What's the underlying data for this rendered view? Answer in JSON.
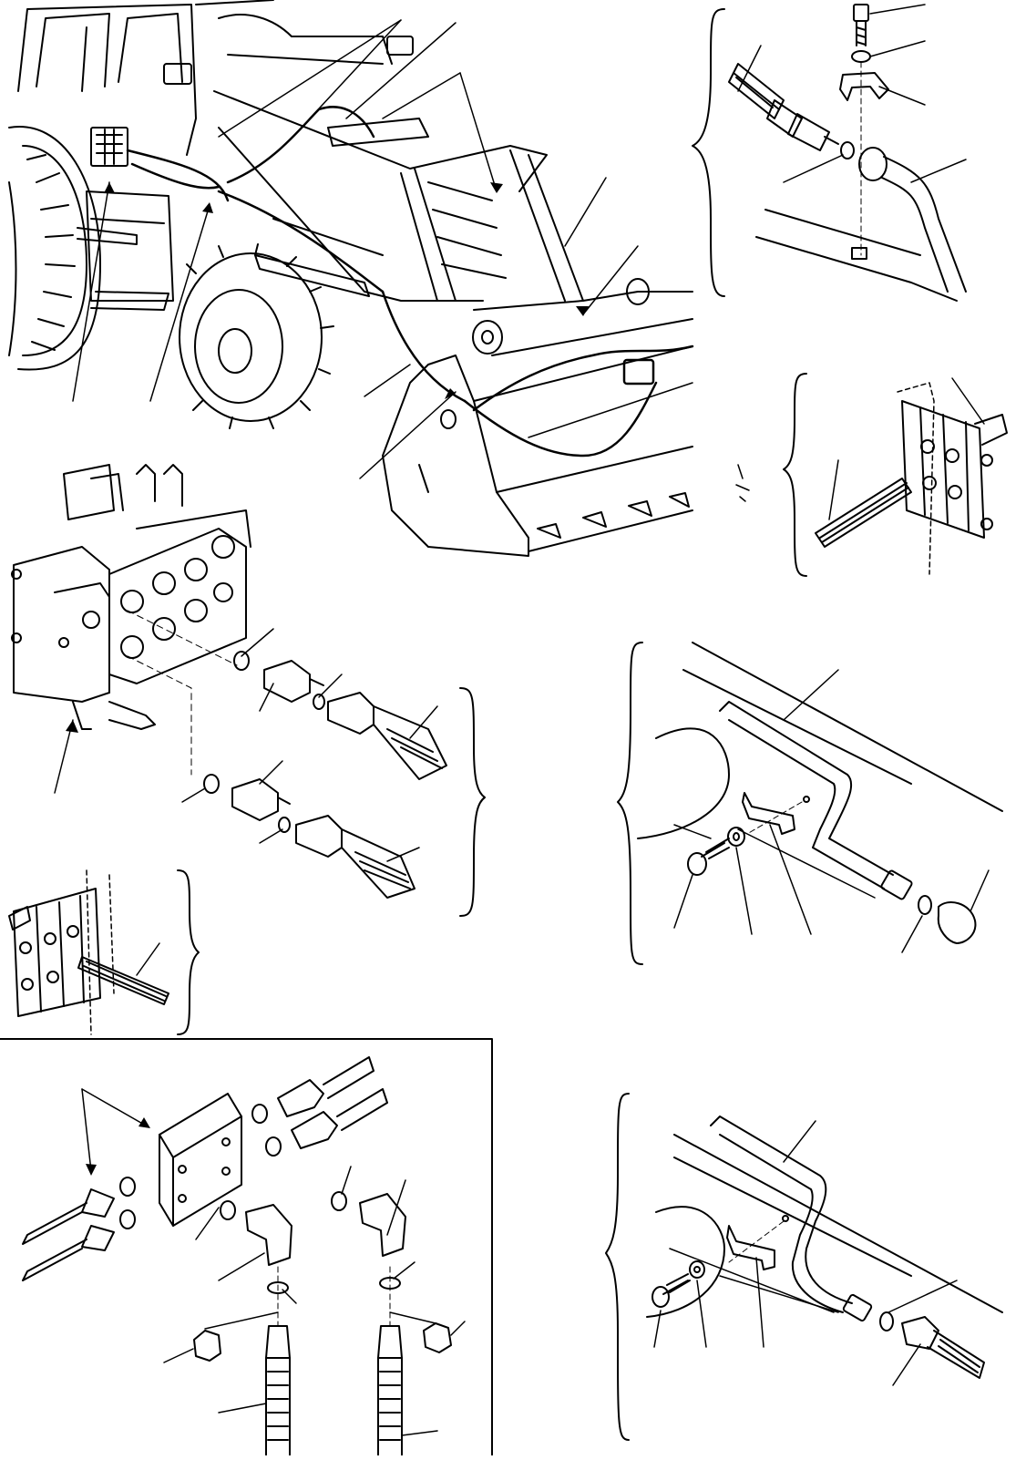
{
  "sheet": {
    "background": "#ffffff",
    "ink": "#000000",
    "labels_printed": false
  },
  "panels": [
    {
      "id": "loader-overview",
      "callouts": 11
    },
    {
      "id": "detail-pipe-clamp-top",
      "callouts": 5
    },
    {
      "id": "detail-connector-plate-right",
      "callouts": 2
    },
    {
      "id": "control-valve",
      "callouts": 7
    },
    {
      "id": "detail-connector-plate-left",
      "callouts": 1
    },
    {
      "id": "detail-pipe-cap",
      "callouts": 6
    },
    {
      "id": "detail-manifold-block",
      "callouts": 12
    },
    {
      "id": "detail-pipe-hose",
      "callouts": 6
    }
  ],
  "icons": {
    "brace": "curly-brace-icon",
    "leader": "leader-line",
    "arrow": "arrow-icon"
  }
}
